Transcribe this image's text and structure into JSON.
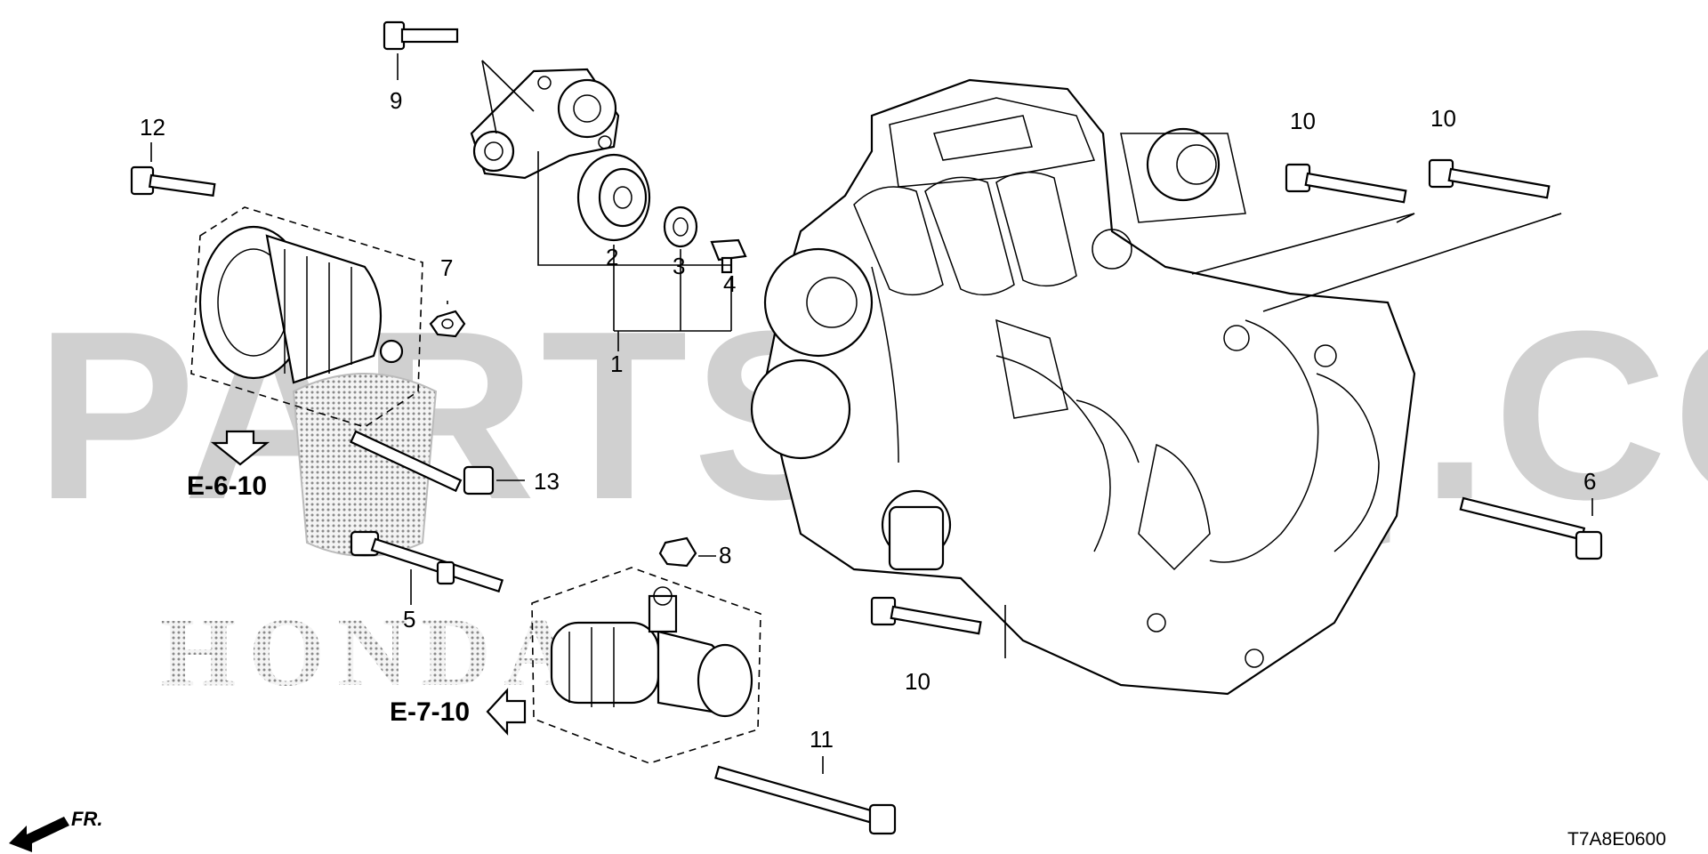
{
  "watermark": {
    "brand_text": "PARTSOUQ.COM",
    "logo_text": "HONDA"
  },
  "diagram_code": "T7A8E0600",
  "front_indicator": "FR.",
  "references": {
    "alternator": "E-6-10",
    "starter": "E-7-10"
  },
  "callouts": {
    "c1": "1",
    "c2": "2",
    "c3": "3",
    "c4": "4",
    "c5": "5",
    "c6": "6",
    "c7": "7",
    "c8": "8",
    "c9": "9",
    "c10a": "10",
    "c10b": "10",
    "c10c": "10",
    "c11": "11",
    "c12": "12",
    "c13": "13"
  }
}
